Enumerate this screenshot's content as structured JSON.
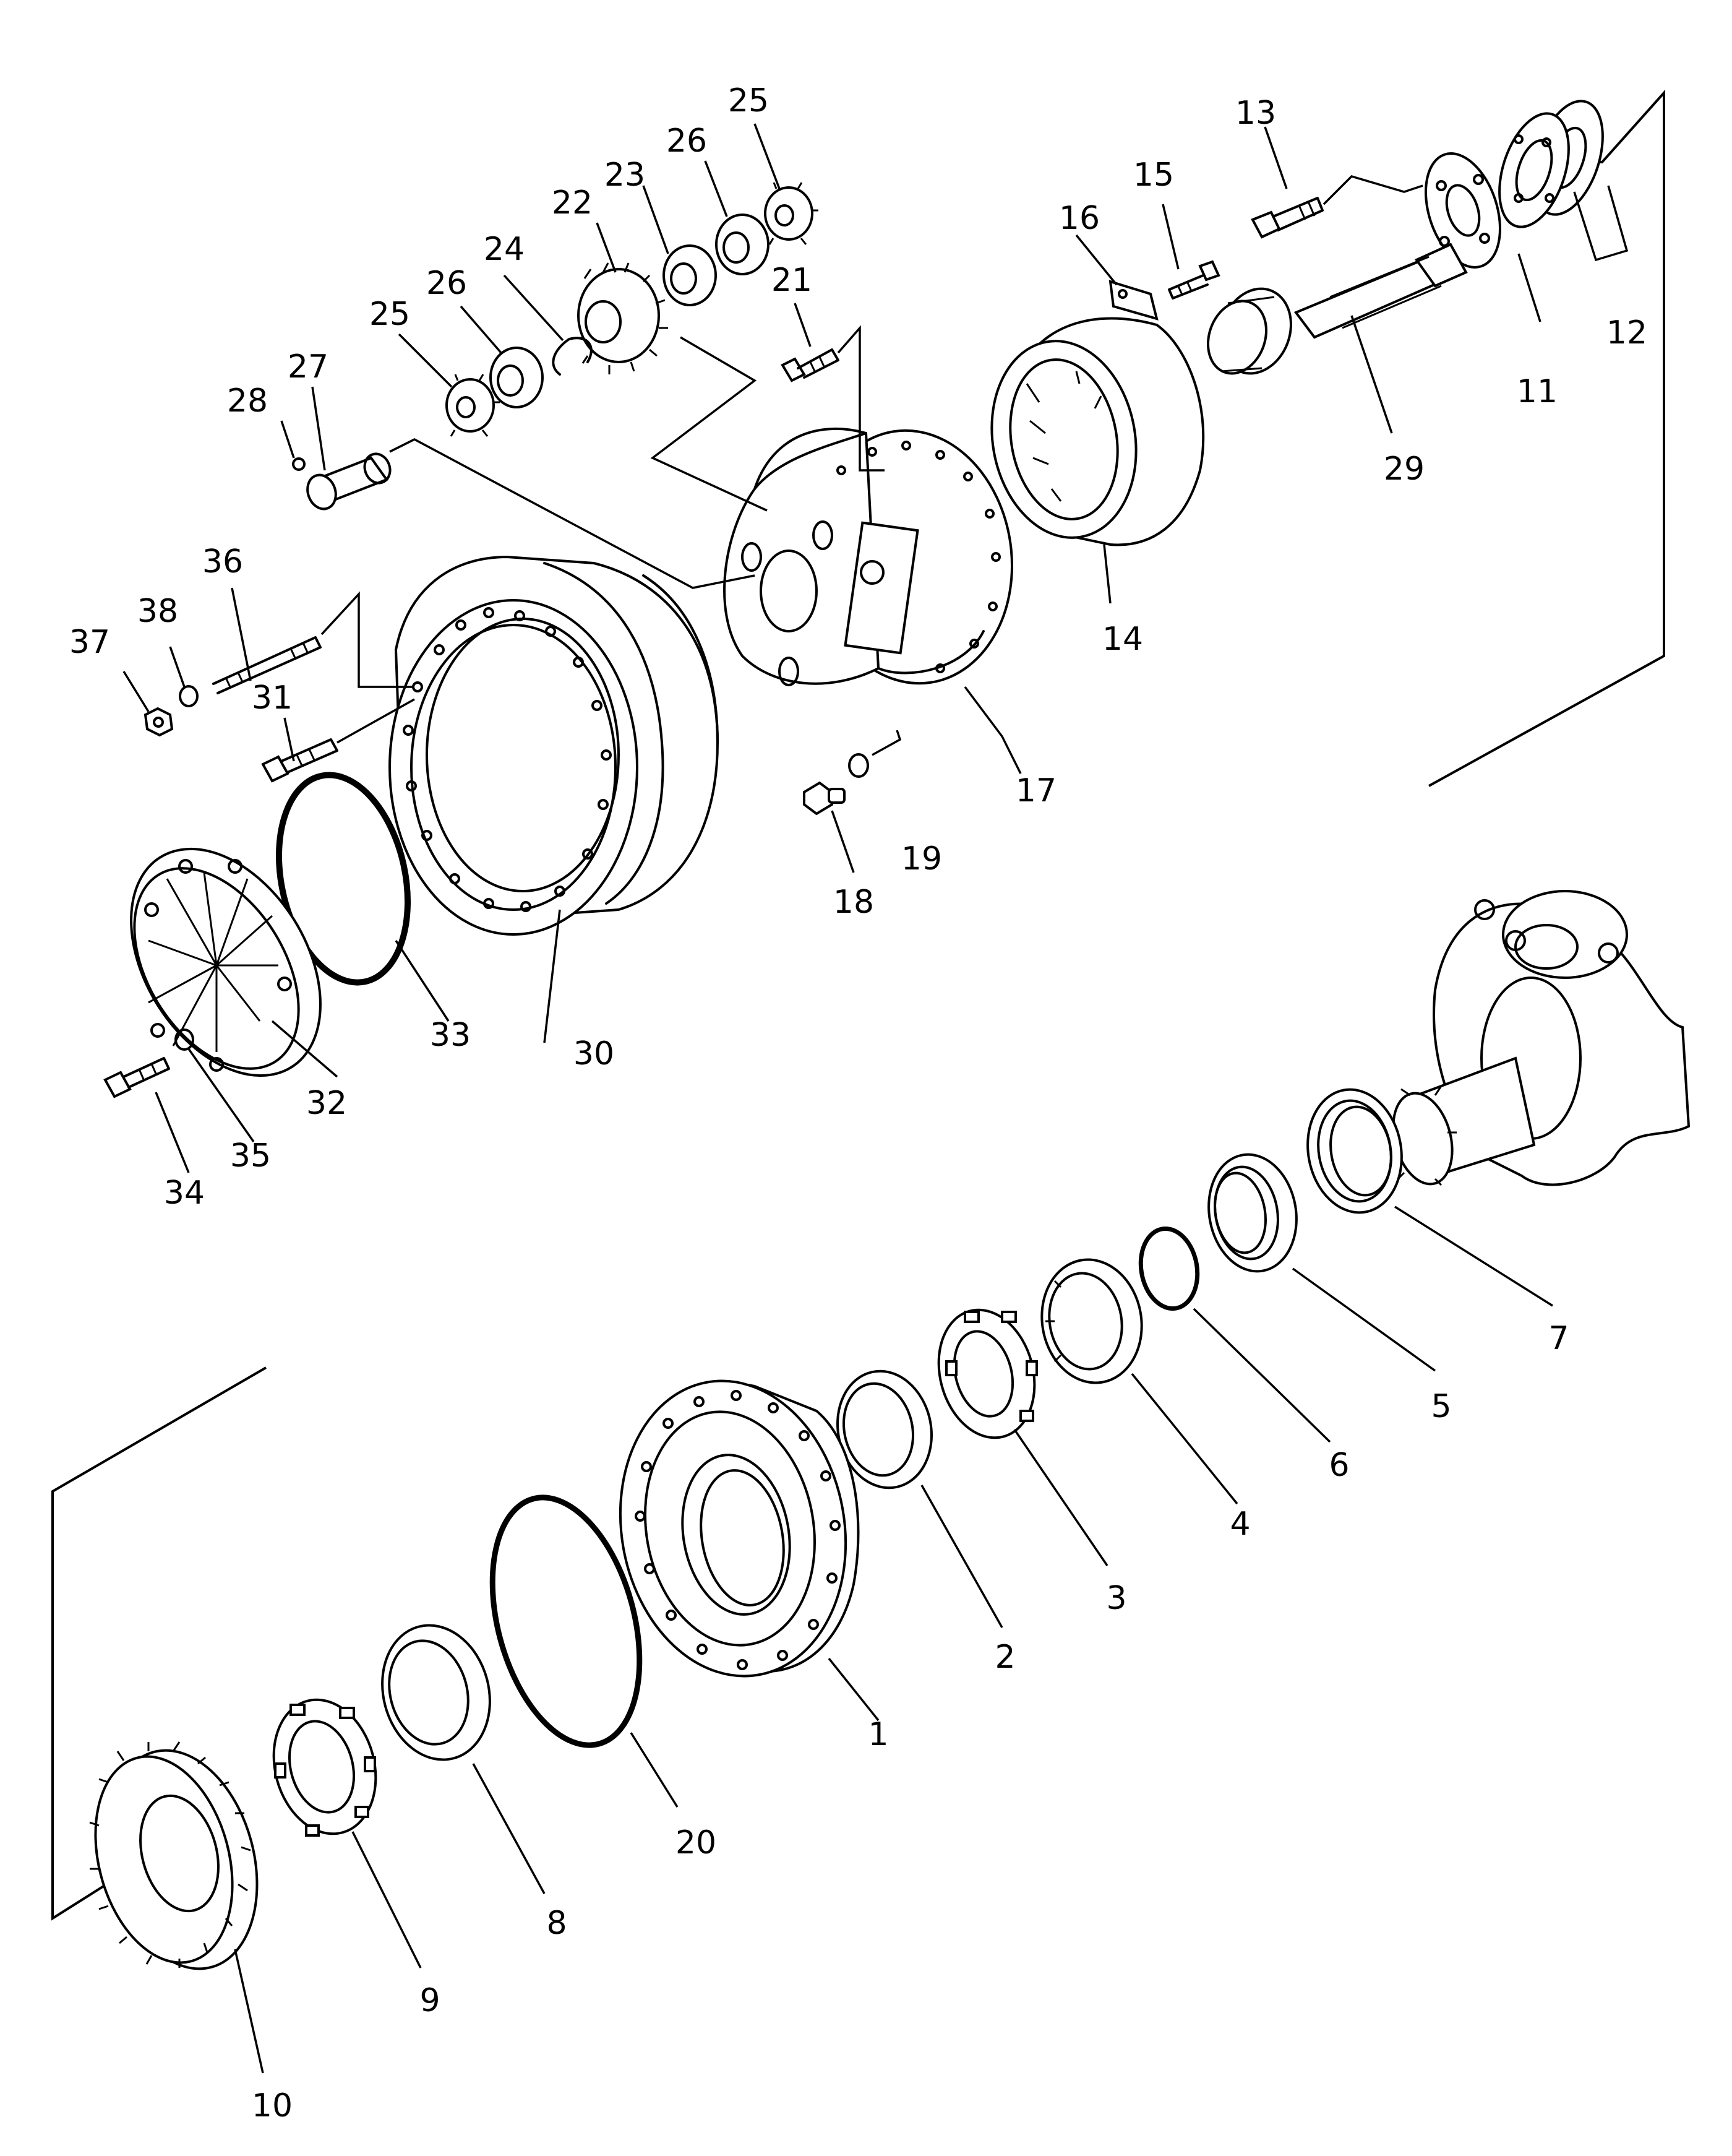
{
  "callouts": {
    "c1": "1",
    "c2": "2",
    "c3": "3",
    "c4": "4",
    "c5": "5",
    "c6": "6",
    "c7": "7",
    "c8": "8",
    "c9": "9",
    "c10": "10",
    "c11": "11",
    "c12": "12",
    "c13": "13",
    "c14": "14",
    "c15": "15",
    "c16": "16",
    "c17": "17",
    "c18": "18",
    "c19": "19",
    "c20": "20",
    "c21": "21",
    "c22": "22",
    "c23": "23",
    "c24": "24",
    "c25a": "25",
    "c25b": "25",
    "c26a": "26",
    "c26b": "26",
    "c27": "27",
    "c28": "28",
    "c29": "29",
    "c30": "30",
    "c31": "31",
    "c32": "32",
    "c33": "33",
    "c34": "34",
    "c35": "35",
    "c36": "36",
    "c37": "37",
    "c38": "38"
  }
}
